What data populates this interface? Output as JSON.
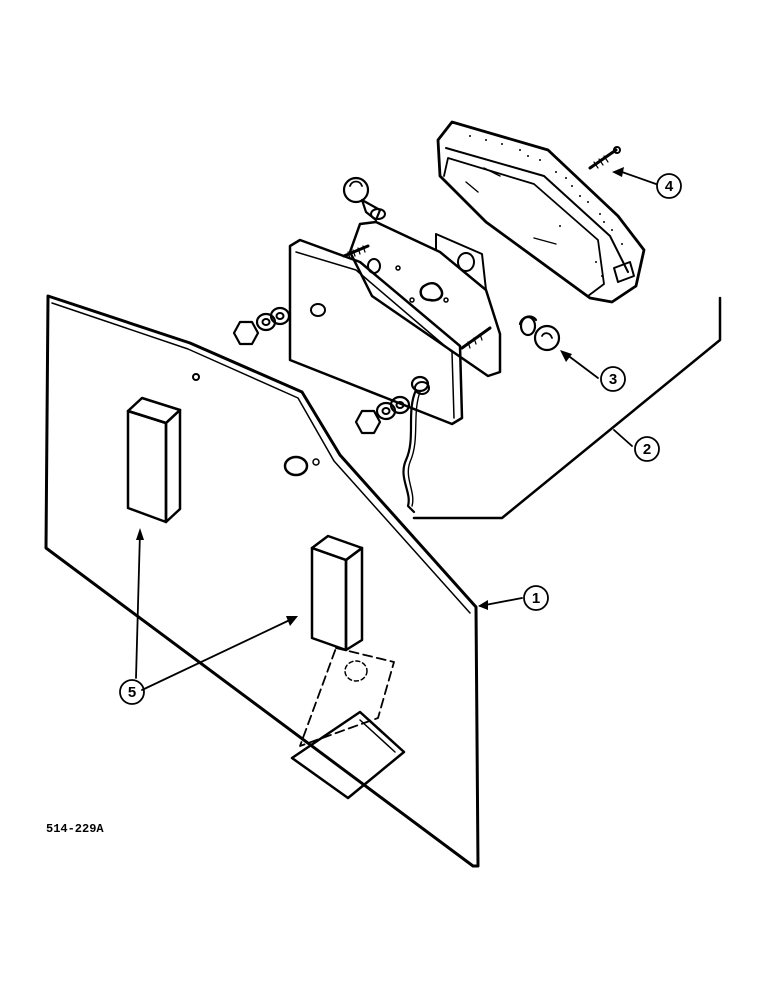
{
  "figure": {
    "code": "514-229A",
    "callouts": [
      "1",
      "2",
      "3",
      "4",
      "5"
    ]
  },
  "colors": {
    "ink": "#000000",
    "paper": "#ffffff"
  }
}
